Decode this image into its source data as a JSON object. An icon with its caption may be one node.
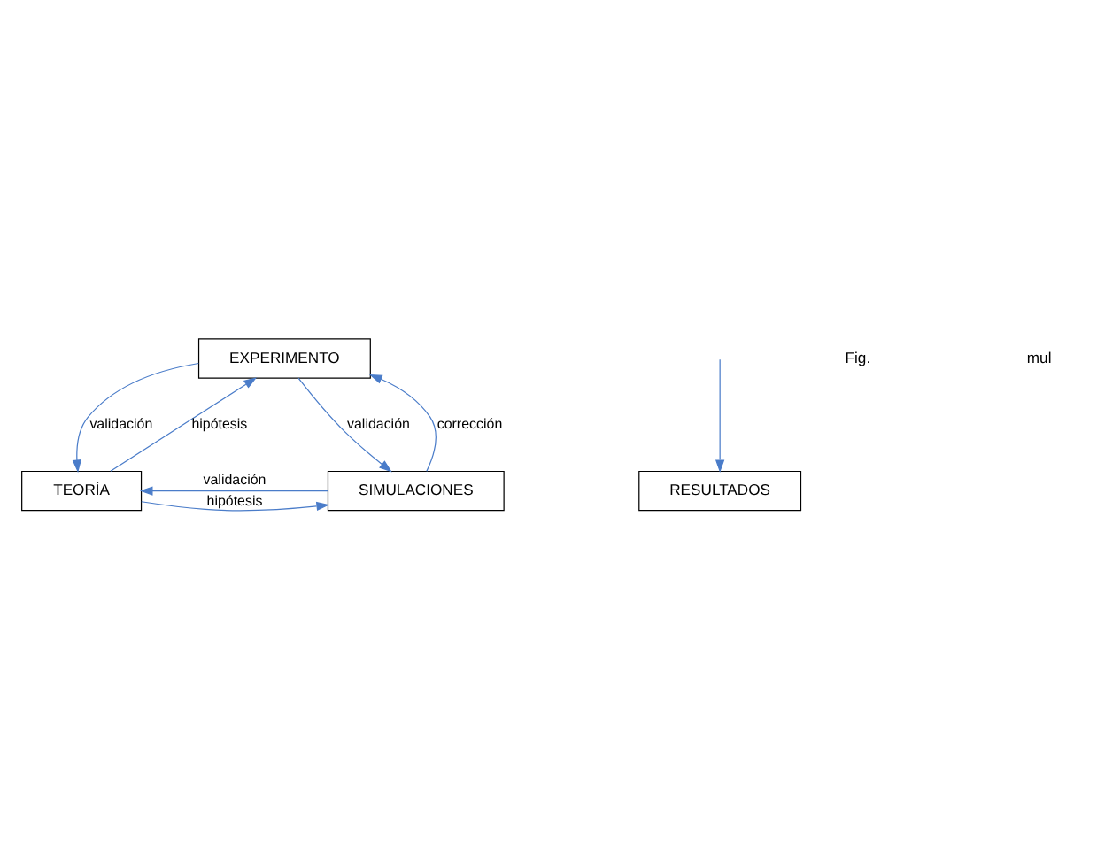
{
  "diagram": {
    "nodes": [
      {
        "text": [
          "EXPERIMENTO"
        ]
      },
      {
        "text": [
          "TEORÍA"
        ]
      },
      {
        "text": [
          "SIMULACIONES"
        ]
      },
      {
        "text": [
          "RESULTADOS"
        ]
      }
    ],
    "edges": [
      {
        "from": 1,
        "to": 0,
        "arrow": "to",
        "label": "hipótesis"
      },
      {
        "from": 0,
        "to": 1,
        "arrow": "to",
        "label": "validación"
      },
      {
        "from": 0,
        "to": 2,
        "arrow": "to",
        "label": "validación"
      },
      {
        "from": 2,
        "to": 0,
        "arrow": "to",
        "label": "corrección"
      },
      {
        "from": 1,
        "to": 2,
        "arrow": "to",
        "label": "hipótesis"
      },
      {
        "from": 2,
        "to": 1,
        "arrow": "to",
        "label": "validación"
      },
      {
        "from": null,
        "to": 3,
        "arrow": "to"
      }
    ],
    "labels": [
      "Fig.",
      "mul"
    ]
  }
}
